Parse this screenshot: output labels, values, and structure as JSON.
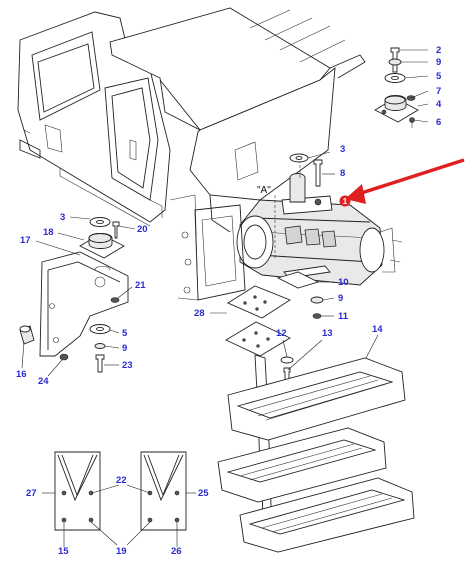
{
  "callouts": {
    "c1": "1",
    "c2": "2",
    "c3": "3",
    "c4": "4",
    "c5": "5",
    "c6": "6",
    "c7": "7",
    "c8": "8",
    "c9": "9",
    "c10": "10",
    "c11": "11",
    "c12": "12",
    "c13": "13",
    "c14": "14",
    "c15": "15",
    "c16": "16",
    "c17": "17",
    "c18": "18",
    "c19": "19",
    "c20": "20",
    "c21": "21",
    "c22": "22",
    "c23": "23",
    "c24": "24",
    "c25": "25",
    "c26": "26",
    "c27": "27",
    "c28": "28"
  },
  "detail_label": "\"A\"",
  "colors": {
    "callout": "#2a2ad0",
    "arrow": "#e02020",
    "line": "#222222"
  }
}
